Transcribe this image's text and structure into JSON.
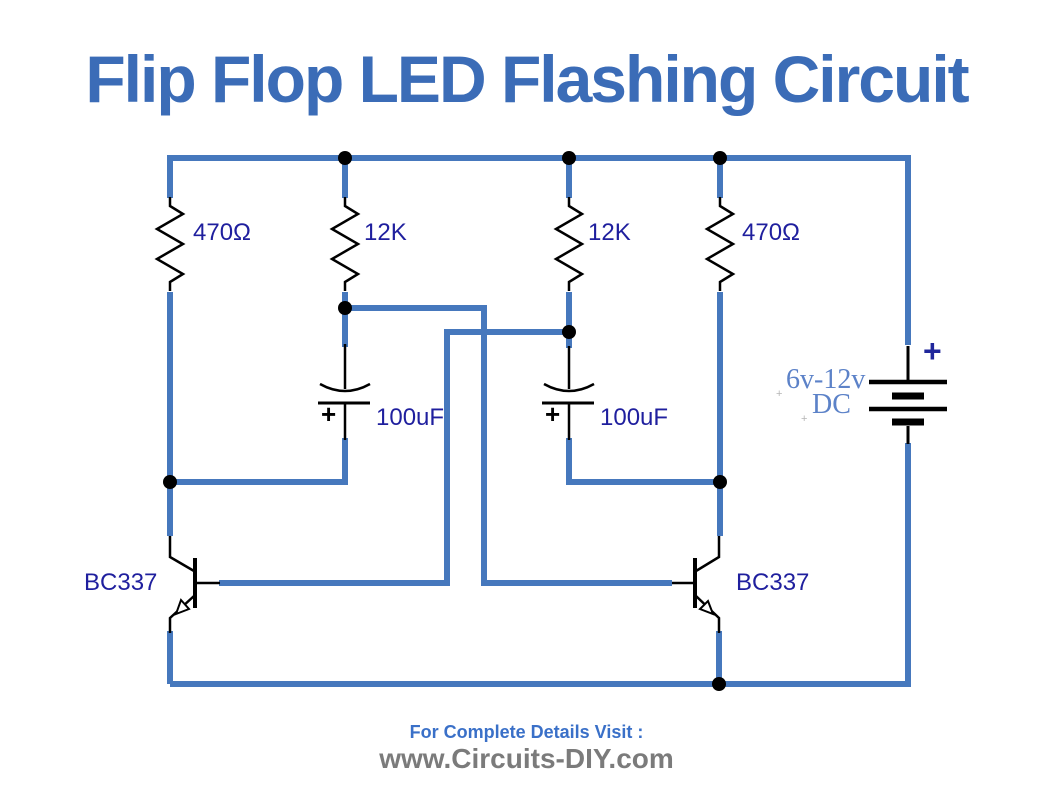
{
  "title": "Flip Flop LED Flashing Circuit",
  "circuit": {
    "resistors": [
      {
        "id": "left-470",
        "label": "470Ω"
      },
      {
        "id": "left-12k",
        "label": "12K"
      },
      {
        "id": "right-12k",
        "label": "12K"
      },
      {
        "id": "right-470",
        "label": "470Ω"
      }
    ],
    "capacitors": [
      {
        "id": "left",
        "label": "100uF",
        "polarity": "+"
      },
      {
        "id": "right",
        "label": "100uF",
        "polarity": "+"
      }
    ],
    "transistors": [
      {
        "id": "left",
        "label": "BC337"
      },
      {
        "id": "right",
        "label": "BC337"
      }
    ],
    "battery": {
      "voltage": "6v-12v",
      "current_type": "DC",
      "polarity": "+"
    },
    "watermarks": [
      "+",
      "+"
    ],
    "colors": {
      "wire": "#4678bd",
      "component": "#000000",
      "component_label": "#1f1f9e",
      "battery_label": "#5c82c8",
      "title": "#3b6cb7",
      "footer_line1": "#3a70c8",
      "footer_line2": "#7b7b7b"
    }
  },
  "footer": {
    "line1": "For Complete Details Visit :",
    "line2": "www.Circuits-DIY.com"
  }
}
